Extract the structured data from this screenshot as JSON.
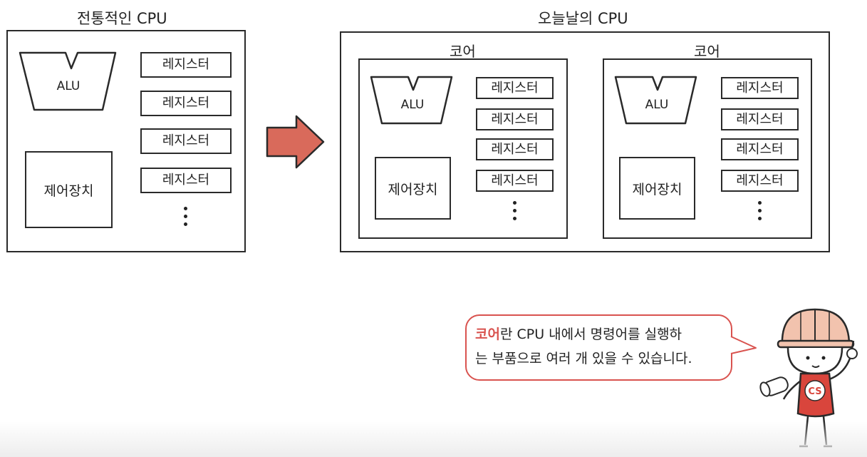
{
  "traditional": {
    "title": "전통적인 CPU",
    "alu": "ALU",
    "control": "제어장치",
    "registers": [
      "레지스터",
      "레지스터",
      "레지스터",
      "레지스터"
    ]
  },
  "modern": {
    "title": "오늘날의 CPU",
    "cores": [
      {
        "title": "코어",
        "alu": "ALU",
        "control": "제어장치",
        "registers": [
          "레지스터",
          "레지스터",
          "레지스터",
          "레지스터"
        ]
      },
      {
        "title": "코어",
        "alu": "ALU",
        "control": "제어장치",
        "registers": [
          "레지스터",
          "레지스터",
          "레지스터",
          "레지스터"
        ]
      }
    ]
  },
  "arrow_color": "#d96a5b",
  "bubble": {
    "highlight": "코어",
    "line1_rest": "란 CPU 내에서 명령어를 실행하",
    "line2": "는 부품으로 여러 개 있을 수 있습니다."
  },
  "mascot": {
    "badge": "CS",
    "accent": "#d9453c",
    "helmet": "#f2c3ae"
  }
}
